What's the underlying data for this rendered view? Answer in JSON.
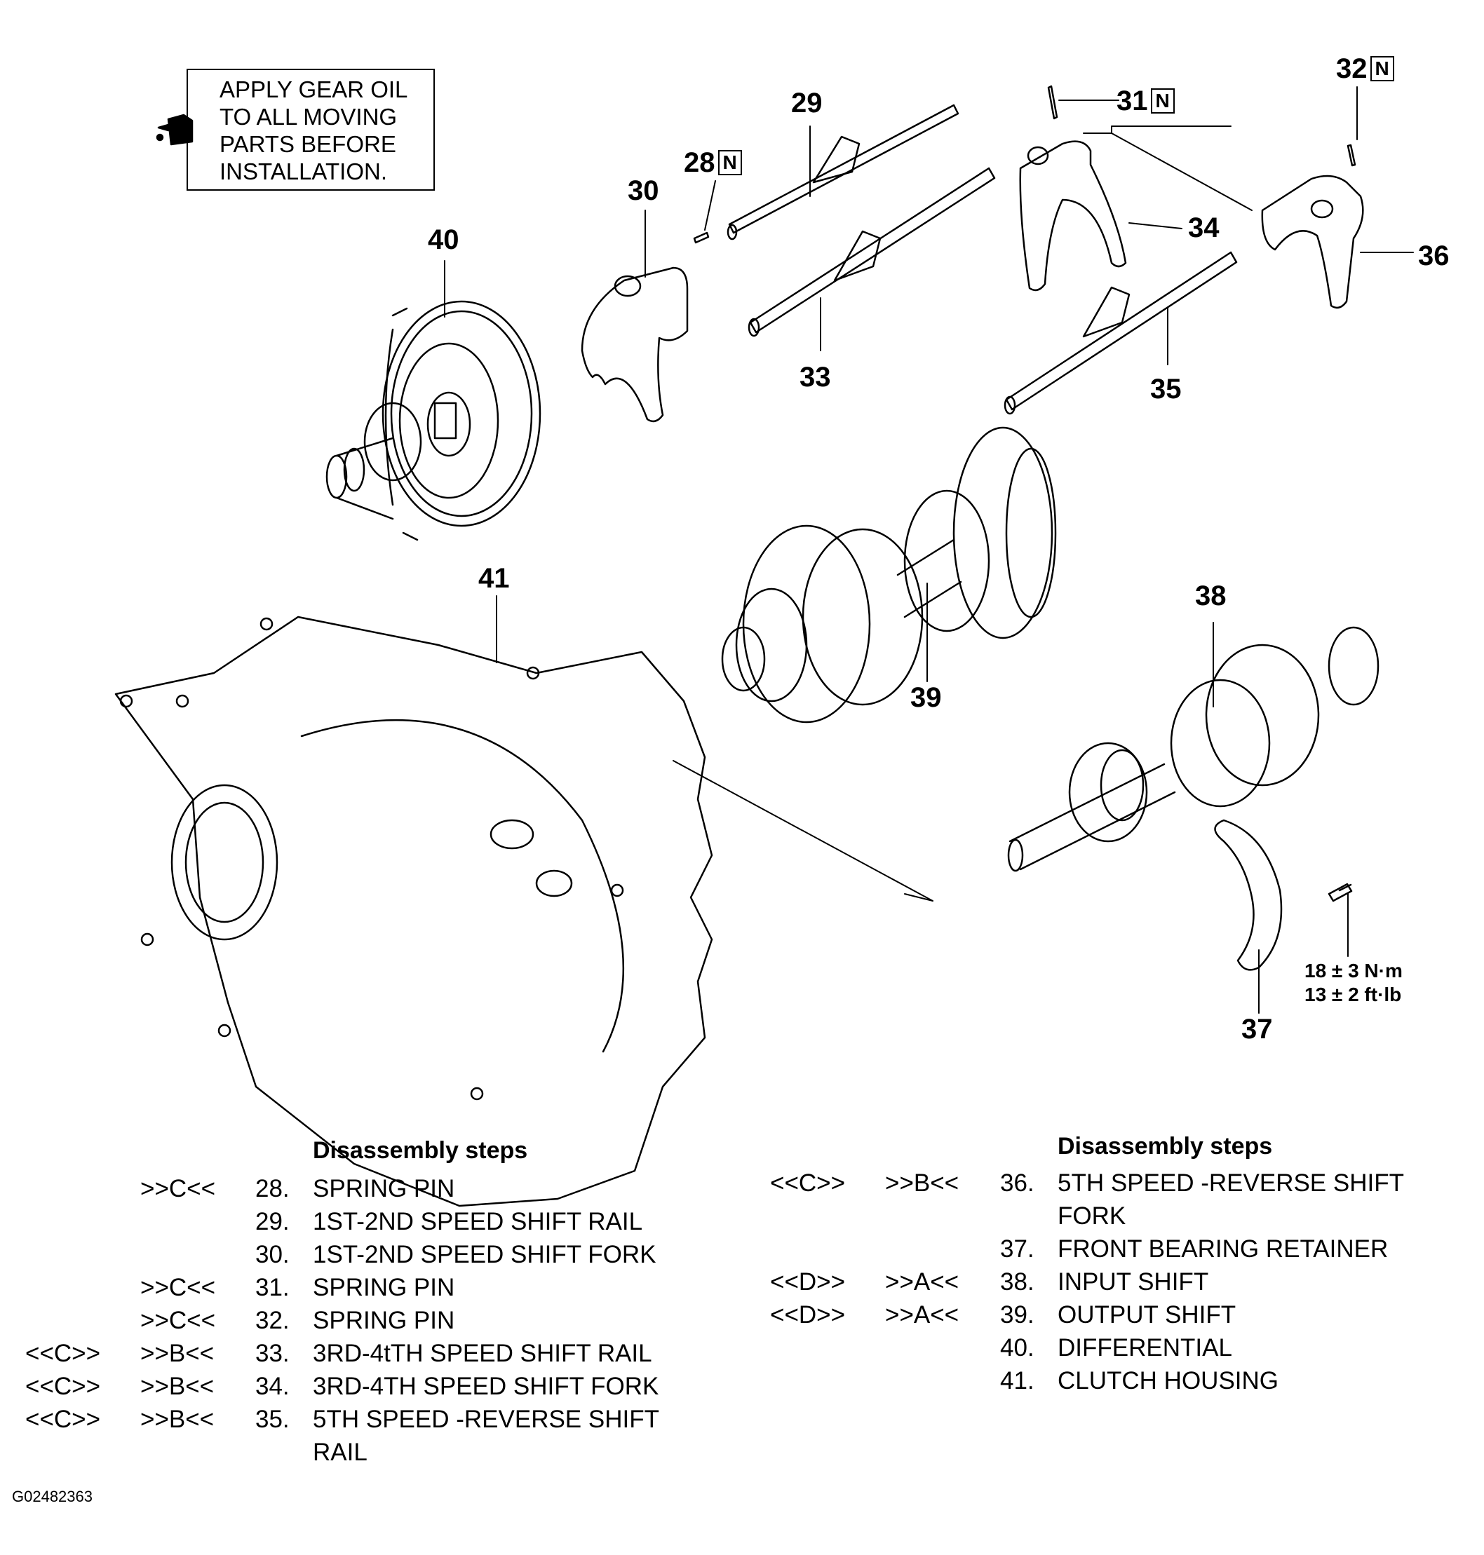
{
  "note": {
    "lines": [
      "APPLY GEAR OIL",
      "TO ALL MOVING",
      "PARTS BEFORE",
      "INSTALLATION."
    ]
  },
  "callouts": [
    {
      "id": "28",
      "n": true
    },
    {
      "id": "29",
      "n": false
    },
    {
      "id": "30",
      "n": false
    },
    {
      "id": "31",
      "n": true
    },
    {
      "id": "32",
      "n": true
    },
    {
      "id": "33",
      "n": false
    },
    {
      "id": "34",
      "n": false
    },
    {
      "id": "35",
      "n": false
    },
    {
      "id": "36",
      "n": false
    },
    {
      "id": "37",
      "n": false
    },
    {
      "id": "38",
      "n": false
    },
    {
      "id": "39",
      "n": false
    },
    {
      "id": "40",
      "n": false
    },
    {
      "id": "41",
      "n": false
    }
  ],
  "n_mark": "N",
  "torque": {
    "metric": "18 ± 3 N·m",
    "imperial": "13 ± 2 ft·lb"
  },
  "figure_code": "G02482363",
  "steps_heading": "Disassembly steps",
  "steps_left": [
    {
      "a": "",
      "b": ">>C<<",
      "num": "28.",
      "text": "SPRING PIN"
    },
    {
      "a": "",
      "b": "",
      "num": "29.",
      "text": "1ST-2ND SPEED SHIFT RAIL"
    },
    {
      "a": "",
      "b": "",
      "num": "30.",
      "text": "1ST-2ND SPEED SHIFT FORK"
    },
    {
      "a": "",
      "b": ">>C<<",
      "num": "31.",
      "text": "SPRING PIN"
    },
    {
      "a": "",
      "b": ">>C<<",
      "num": "32.",
      "text": "SPRING PIN"
    },
    {
      "a": "<<C>>",
      "b": ">>B<<",
      "num": "33.",
      "text": "3RD-4tTH SPEED SHIFT RAIL"
    },
    {
      "a": "<<C>>",
      "b": ">>B<<",
      "num": "34.",
      "text": "3RD-4TH  SPEED SHIFT FORK"
    },
    {
      "a": "<<C>>",
      "b": ">>B<<",
      "num": "35.",
      "text": "5TH SPEED -REVERSE SHIFT"
    },
    {
      "a": "",
      "b": "",
      "num": "",
      "text": "RAIL"
    }
  ],
  "steps_right": [
    {
      "a": "<<C>>",
      "b": ">>B<<",
      "num": "36.",
      "text": "5TH SPEED -REVERSE SHIFT"
    },
    {
      "a": "",
      "b": "",
      "num": "",
      "text": "FORK"
    },
    {
      "a": "",
      "b": "",
      "num": "37.",
      "text": "FRONT BEARING RETAINER"
    },
    {
      "a": "<<D>>",
      "b": ">>A<<",
      "num": "38.",
      "text": "INPUT SHIFT"
    },
    {
      "a": "<<D>>",
      "b": ">>A<<",
      "num": "39.",
      "text": "OUTPUT SHIFT"
    },
    {
      "a": "",
      "b": "",
      "num": "40.",
      "text": "DIFFERENTIAL"
    },
    {
      "a": "",
      "b": "",
      "num": "41.",
      "text": "CLUTCH HOUSING"
    }
  ]
}
